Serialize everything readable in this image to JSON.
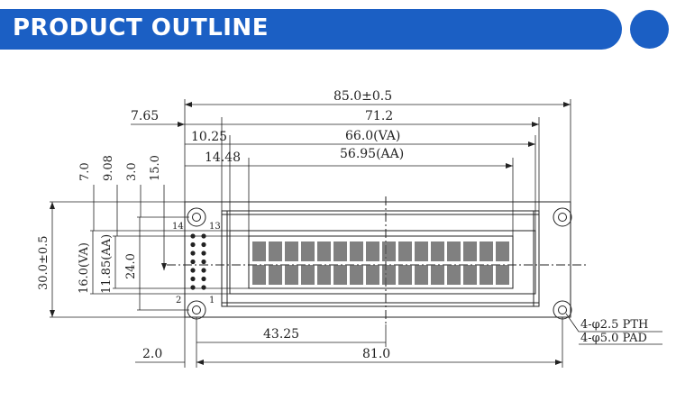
{
  "header": {
    "title": "PRODUCT OUTLINE"
  },
  "colors": {
    "banner": "#1b5fc4",
    "line": "#222222"
  },
  "dimensions": {
    "overall_width": "85.0±0.5",
    "glass_width": "71.2",
    "va_width": "66.0(VA)",
    "aa_width": "56.95(AA)",
    "left_offset_glass": "7.65",
    "left_offset_va": "10.25",
    "left_offset_aa": "14.48",
    "v_dim_1": "7.0",
    "v_dim_2": "9.08",
    "v_dim_3": "3.0",
    "v_dim_4": "15.0",
    "overall_height": "30.0±0.5",
    "va_height": "16.0(VA)",
    "aa_height": "11.85(AA)",
    "pcb_inner_height": "24.0",
    "center_offset": "43.25",
    "hole_pitch": "81.0",
    "hole_margin": "2.0",
    "hole_pth": "4-φ2.5 PTH",
    "hole_pad": "4-φ5.0 PAD"
  },
  "pins": {
    "top_left": "14",
    "top_right": "13",
    "bottom_left": "2",
    "bottom_right": "1"
  }
}
